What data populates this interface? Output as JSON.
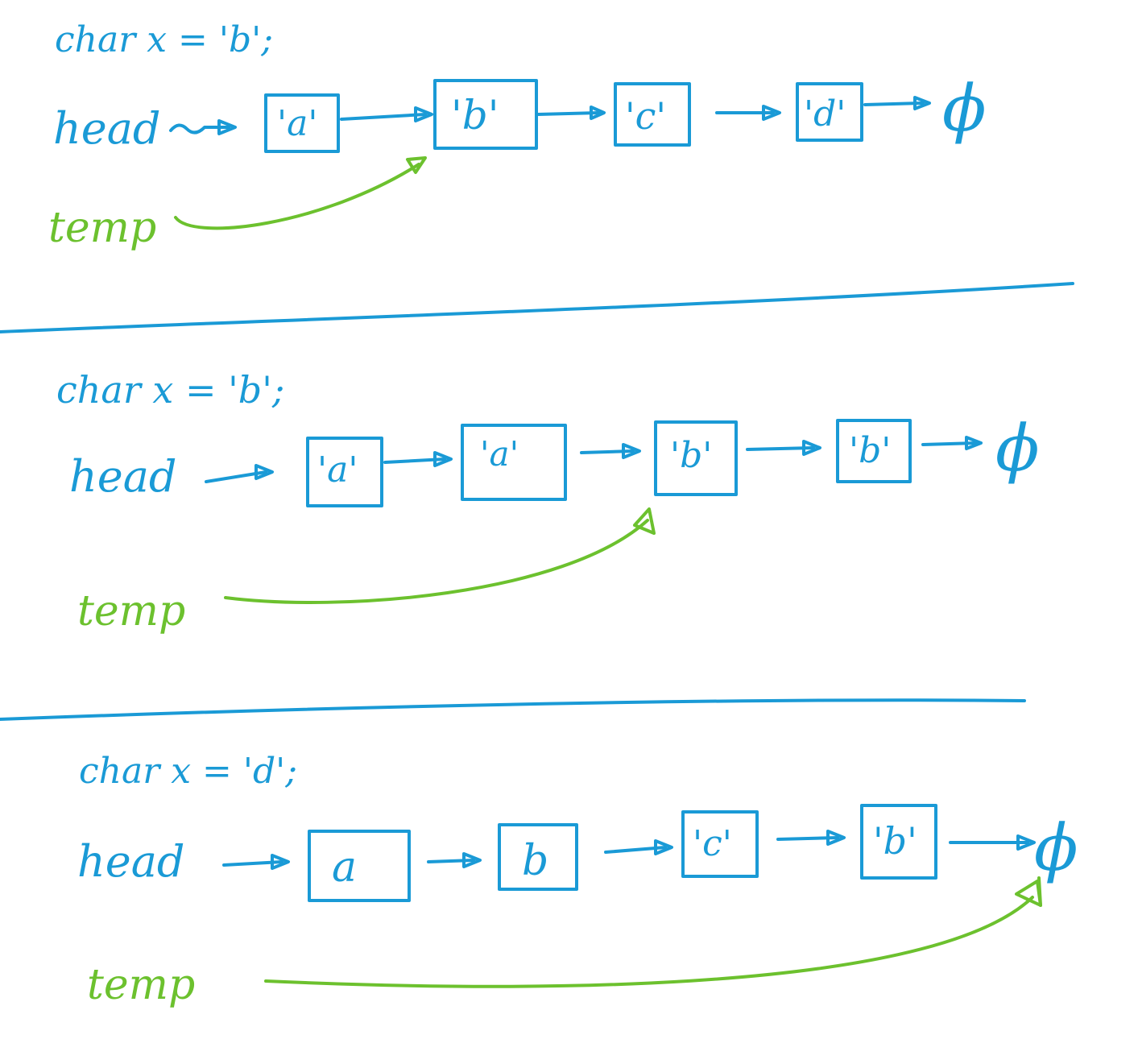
{
  "colors": {
    "blue": "#1a9ad6",
    "green": "#6cc12e",
    "background": "#ffffff"
  },
  "panels": [
    {
      "code": "char x = 'b';",
      "head_label": "head",
      "temp_label": "temp",
      "nodes": [
        "'a'",
        "'b'",
        "'c'",
        "'d'"
      ],
      "null_symbol": "ϕ",
      "temp_points_to_node": 1
    },
    {
      "code": "char x = 'b';",
      "head_label": "head",
      "temp_label": "temp",
      "nodes": [
        "'a'",
        "'a'",
        "'b'",
        "'b'"
      ],
      "null_symbol": "ϕ",
      "temp_points_to_node": 2
    },
    {
      "code": "char x = 'd';",
      "head_label": "head",
      "temp_label": "temp",
      "nodes": [
        "a",
        "b",
        "'c'",
        "'b'"
      ],
      "null_symbol": "ϕ",
      "temp_points_to_node": 4
    }
  ]
}
